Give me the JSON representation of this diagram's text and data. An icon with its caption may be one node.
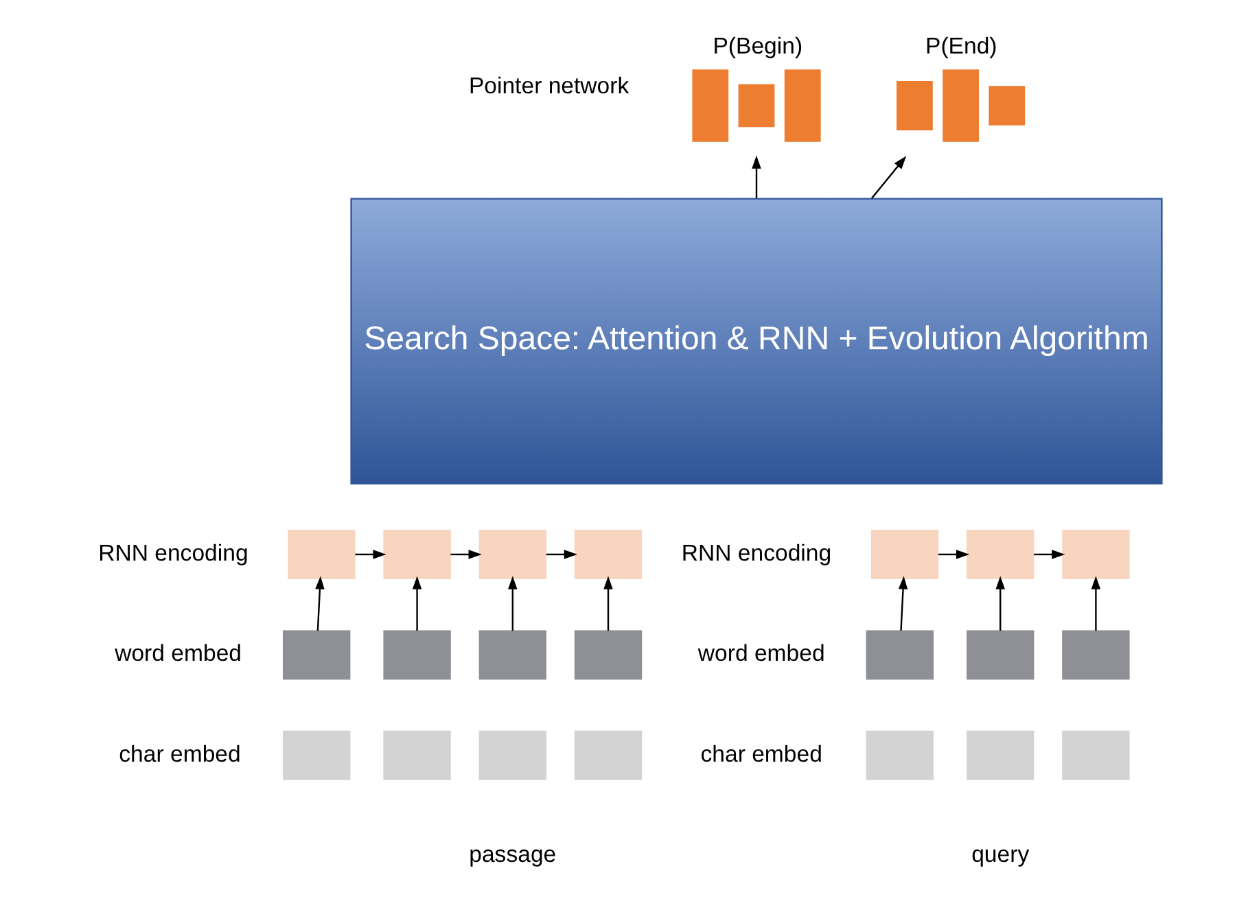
{
  "diagram": {
    "nodes": [
      {
        "text": [
          "Search Space: Attention & RNN + Evolution Algorithm"
        ]
      },
      {
        "text": [],
        "shape": "bar",
        "beside": [
          "P(Begin)"
        ]
      },
      {
        "text": [],
        "shape": "bar",
        "beside": [
          "P(End)"
        ]
      },
      {
        "text": [],
        "shape": "box"
      },
      {
        "text": [],
        "shape": "box"
      },
      {
        "text": [],
        "shape": "box"
      },
      {
        "text": [],
        "shape": "box"
      },
      {
        "text": [],
        "shape": "box"
      },
      {
        "text": [],
        "shape": "box"
      },
      {
        "text": [],
        "shape": "box"
      },
      {
        "text": [],
        "shape": "box"
      },
      {
        "text": [],
        "shape": "box"
      },
      {
        "text": [],
        "shape": "box"
      },
      {
        "text": [],
        "shape": "box"
      },
      {
        "text": [],
        "shape": "box"
      },
      {
        "text": [],
        "shape": "box"
      },
      {
        "text": [],
        "shape": "box"
      },
      {
        "text": [],
        "shape": "box"
      },
      {
        "text": [],
        "shape": "box"
      },
      {
        "text": [],
        "shape": "box"
      },
      {
        "text": [],
        "shape": "box"
      },
      {
        "text": [],
        "shape": "box"
      },
      {
        "text": [],
        "shape": "box"
      },
      {
        "text": [],
        "shape": "box"
      }
    ],
    "edges": [
      {
        "from": 0,
        "to": 1,
        "arrow": "to"
      },
      {
        "from": 0,
        "to": 2,
        "arrow": "to"
      },
      {
        "from": 3,
        "to": 4,
        "arrow": "to"
      },
      {
        "from": 4,
        "to": 5,
        "arrow": "to"
      },
      {
        "from": 5,
        "to": 6,
        "arrow": "to"
      },
      {
        "from": 7,
        "to": 3,
        "arrow": "to"
      },
      {
        "from": 8,
        "to": 4,
        "arrow": "to"
      },
      {
        "from": 9,
        "to": 5,
        "arrow": "to"
      },
      {
        "from": 10,
        "to": 6,
        "arrow": "to"
      },
      {
        "from": 15,
        "to": 16,
        "arrow": "to"
      },
      {
        "from": 16,
        "to": 17,
        "arrow": "to"
      },
      {
        "from": 18,
        "to": 15,
        "arrow": "to"
      },
      {
        "from": 19,
        "to": 16,
        "arrow": "to"
      },
      {
        "from": 20,
        "to": 17,
        "arrow": "to"
      }
    ],
    "labels": [
      "Pointer network",
      "RNN encoding",
      "word embed",
      "char embed",
      "passage",
      "RNN encoding",
      "word embed",
      "char embed",
      "query"
    ]
  }
}
